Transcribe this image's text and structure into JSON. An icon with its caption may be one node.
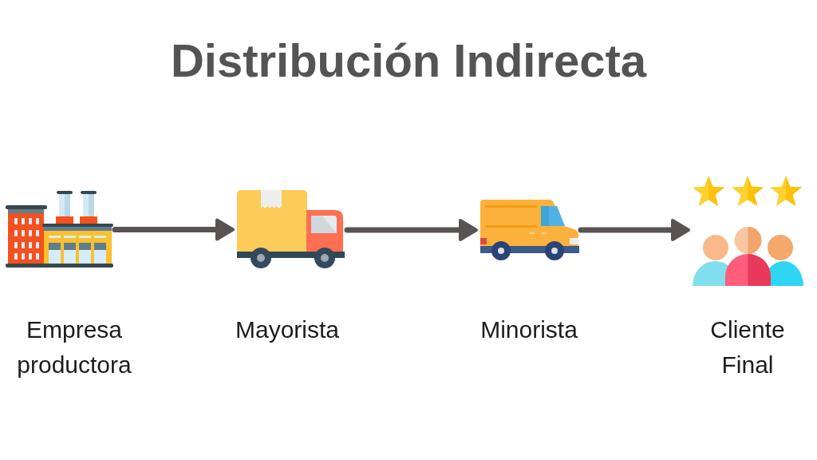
{
  "diagram": {
    "title": "Distribución Indirecta",
    "nodes": [
      {
        "text": [],
        "shape": "picture",
        "beside": [
          "Empresa productora"
        ]
      },
      {
        "text": [],
        "shape": "picture",
        "beside": [
          "Mayorista"
        ]
      },
      {
        "text": [],
        "shape": "picture",
        "beside": [
          "Minorista"
        ]
      },
      {
        "text": [],
        "shape": "picture",
        "beside": [
          "Cliente Final"
        ]
      }
    ],
    "edges": [
      {
        "from": 0,
        "to": 1,
        "arrow": "to"
      },
      {
        "from": 1,
        "to": 2,
        "arrow": "to"
      },
      {
        "from": 2,
        "to": 3,
        "arrow": "to"
      }
    ]
  }
}
